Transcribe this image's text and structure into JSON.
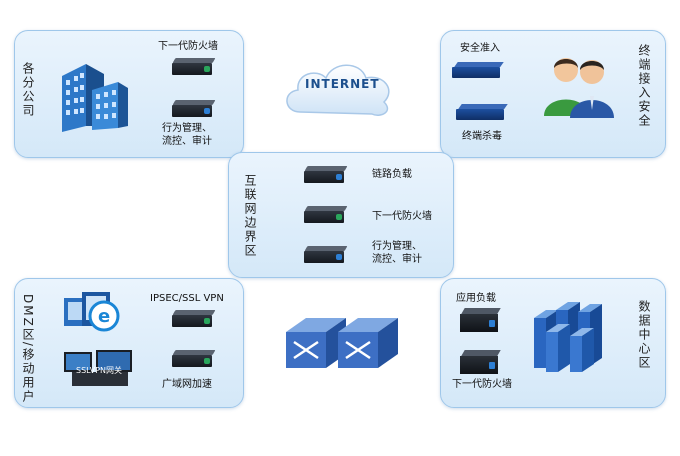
{
  "internet": {
    "label": "INTERNET"
  },
  "branch": {
    "title": "各分公司",
    "firewall": "下一代防火墙",
    "behavior": [
      "行为管理、",
      "流控、审计"
    ]
  },
  "terminal": {
    "title": "终端接入安全",
    "access": "安全准入",
    "antivirus": "终端杀毒"
  },
  "border": {
    "title": "互联网边界区",
    "loadbalance": "链路负载",
    "firewall": "下一代防火墙",
    "behavior": [
      "行为管理、",
      "流控、审计"
    ]
  },
  "dmz": {
    "title": "DMZ区/移动用户",
    "vpn": "IPSEC/SSL VPN",
    "wan": "广域网加速",
    "sslvpn_tag": "SSLVPN网关"
  },
  "datacenter": {
    "title": "数据中心区",
    "appload": "应用负载",
    "firewall": "下一代防火墙"
  },
  "colors": {
    "panel": "#d4e8f8",
    "border": "#9fc7ea",
    "accent": "#1d6fd1"
  }
}
